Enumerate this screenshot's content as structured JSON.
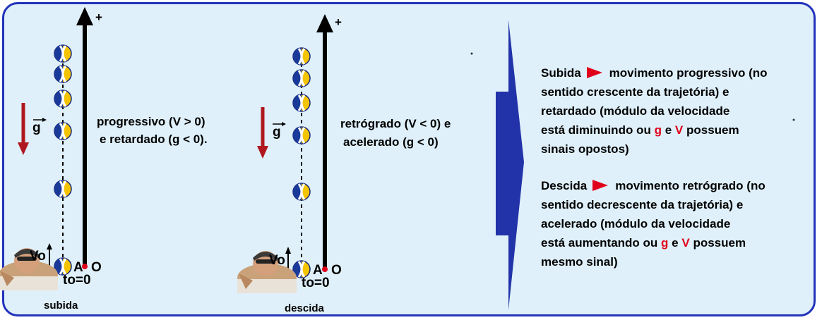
{
  "colors": {
    "frame": "#2233bb",
    "background": "#dff0fa",
    "gravity_arrow": "#b01820",
    "highlight": "#e0001a",
    "chevron": "#2233aa"
  },
  "left_panel": {
    "plus": "+",
    "g_label": "g",
    "v0_label": "Vo",
    "a_label": "A",
    "o_label": "O",
    "t0_label": "to=0",
    "desc_line1": "progressivo (V > 0)",
    "desc_line2": "e retardado (g < 0).",
    "caption": "subida"
  },
  "middle_panel": {
    "plus": "+",
    "g_label": "g",
    "v0_label": "Vo",
    "a_label": "A",
    "o_label": "O",
    "t0_label": "to=0",
    "desc_line1": "retrógrado (V < 0) e",
    "desc_line2": "acelerado (g < 0)",
    "caption": "descida"
  },
  "summary": {
    "subida": {
      "title": "Subida",
      "line1": "movimento progressivo (no",
      "line2": "sentido crescente da trajetória) e",
      "line3": "retardado (módulo da velocidade",
      "line4_a": "está diminuindo ou",
      "g": "g",
      "e": "e",
      "v": "V",
      "line4_b": "possuem",
      "line5": "sinais opostos)"
    },
    "descida": {
      "title": "Descida",
      "line1": "movimento retrógrado (no",
      "line2": "sentido decrescente da trajetória) e",
      "line3": "acelerado (módulo da velocidade",
      "line4_a": "está aumentando ou",
      "g": "g",
      "e": "e",
      "v": "V",
      "line4_b": "possuem",
      "line5": "mesmo sinal)"
    }
  },
  "icons": [
    "volleyball-icon",
    "player-illustration",
    "play-triangle-icon",
    "chevron-arrow-icon"
  ]
}
